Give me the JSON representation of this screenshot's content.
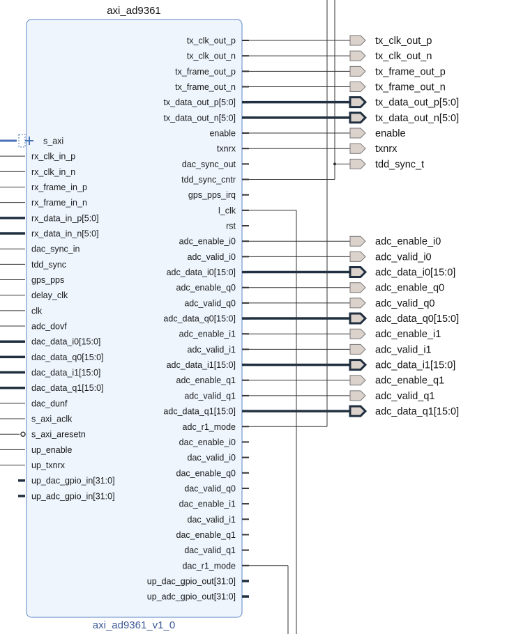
{
  "block": {
    "instance_name": "axi_ad9361",
    "ip_name": "axi_ad9361_v1_0"
  },
  "inputs": [
    {
      "name": "s_axi",
      "kind": "bus_interface"
    },
    {
      "name": "rx_clk_in_p",
      "kind": "wire"
    },
    {
      "name": "rx_clk_in_n",
      "kind": "wire"
    },
    {
      "name": "rx_frame_in_p",
      "kind": "wire"
    },
    {
      "name": "rx_frame_in_n",
      "kind": "wire"
    },
    {
      "name": "rx_data_in_p[5:0]",
      "kind": "bus"
    },
    {
      "name": "rx_data_in_n[5:0]",
      "kind": "bus"
    },
    {
      "name": "dac_sync_in",
      "kind": "wire"
    },
    {
      "name": "tdd_sync",
      "kind": "wire"
    },
    {
      "name": "gps_pps",
      "kind": "wire"
    },
    {
      "name": "delay_clk",
      "kind": "wire"
    },
    {
      "name": "clk",
      "kind": "wire"
    },
    {
      "name": "adc_dovf",
      "kind": "wire"
    },
    {
      "name": "dac_data_i0[15:0]",
      "kind": "bus"
    },
    {
      "name": "dac_data_q0[15:0]",
      "kind": "bus"
    },
    {
      "name": "dac_data_i1[15:0]",
      "kind": "bus"
    },
    {
      "name": "dac_data_q1[15:0]",
      "kind": "bus"
    },
    {
      "name": "dac_dunf",
      "kind": "wire"
    },
    {
      "name": "s_axi_aclk",
      "kind": "wire"
    },
    {
      "name": "s_axi_aresetn",
      "kind": "reset"
    },
    {
      "name": "up_enable",
      "kind": "wire"
    },
    {
      "name": "up_txnrx",
      "kind": "wire"
    },
    {
      "name": "up_dac_gpio_in[31:0]",
      "kind": "bus_unconnected"
    },
    {
      "name": "up_adc_gpio_in[31:0]",
      "kind": "bus_unconnected"
    }
  ],
  "outputs": [
    {
      "name": "tx_clk_out_p",
      "kind": "wire",
      "port": "tx_clk_out_p"
    },
    {
      "name": "tx_clk_out_n",
      "kind": "wire",
      "port": "tx_clk_out_n"
    },
    {
      "name": "tx_frame_out_p",
      "kind": "wire",
      "port": "tx_frame_out_p"
    },
    {
      "name": "tx_frame_out_n",
      "kind": "wire",
      "port": "tx_frame_out_n"
    },
    {
      "name": "tx_data_out_p[5:0]",
      "kind": "bus",
      "port": "tx_data_out_p[5:0]"
    },
    {
      "name": "tx_data_out_n[5:0]",
      "kind": "bus",
      "port": "tx_data_out_n[5:0]"
    },
    {
      "name": "enable",
      "kind": "wire",
      "port": "enable"
    },
    {
      "name": "txnrx",
      "kind": "wire",
      "port": "txnrx"
    },
    {
      "name": "dac_sync_out",
      "kind": "wire"
    },
    {
      "name": "tdd_sync_cntr",
      "kind": "wire"
    },
    {
      "name": "gps_pps_irq",
      "kind": "wire"
    },
    {
      "name": "l_clk",
      "kind": "wire"
    },
    {
      "name": "rst",
      "kind": "wire"
    },
    {
      "name": "adc_enable_i0",
      "kind": "wire",
      "port": "adc_enable_i0"
    },
    {
      "name": "adc_valid_i0",
      "kind": "wire",
      "port": "adc_valid_i0"
    },
    {
      "name": "adc_data_i0[15:0]",
      "kind": "bus",
      "port": "adc_data_i0[15:0]"
    },
    {
      "name": "adc_enable_q0",
      "kind": "wire",
      "port": "adc_enable_q0"
    },
    {
      "name": "adc_valid_q0",
      "kind": "wire",
      "port": "adc_valid_q0"
    },
    {
      "name": "adc_data_q0[15:0]",
      "kind": "bus",
      "port": "adc_data_q0[15:0]"
    },
    {
      "name": "adc_enable_i1",
      "kind": "wire",
      "port": "adc_enable_i1"
    },
    {
      "name": "adc_valid_i1",
      "kind": "wire",
      "port": "adc_valid_i1"
    },
    {
      "name": "adc_data_i1[15:0]",
      "kind": "bus",
      "port": "adc_data_i1[15:0]"
    },
    {
      "name": "adc_enable_q1",
      "kind": "wire",
      "port": "adc_enable_q1"
    },
    {
      "name": "adc_valid_q1",
      "kind": "wire",
      "port": "adc_valid_q1"
    },
    {
      "name": "adc_data_q1[15:0]",
      "kind": "bus",
      "port": "adc_data_q1[15:0]"
    },
    {
      "name": "adc_r1_mode",
      "kind": "wire"
    },
    {
      "name": "dac_enable_i0",
      "kind": "wire"
    },
    {
      "name": "dac_valid_i0",
      "kind": "wire"
    },
    {
      "name": "dac_enable_q0",
      "kind": "wire"
    },
    {
      "name": "dac_valid_q0",
      "kind": "wire"
    },
    {
      "name": "dac_enable_i1",
      "kind": "wire"
    },
    {
      "name": "dac_valid_i1",
      "kind": "wire"
    },
    {
      "name": "dac_enable_q1",
      "kind": "wire"
    },
    {
      "name": "dac_valid_q1",
      "kind": "wire"
    },
    {
      "name": "dac_r1_mode",
      "kind": "wire"
    },
    {
      "name": "up_dac_gpio_out[31:0]",
      "kind": "bus_unconnected"
    },
    {
      "name": "up_adc_gpio_out[31:0]",
      "kind": "bus_unconnected"
    }
  ],
  "extra_ports": [
    {
      "name": "tdd_sync_t"
    }
  ],
  "colors": {
    "block_fill": "#eef5fd",
    "block_stroke": "#5b85c5",
    "wire": "#333333",
    "bus": "#203040",
    "port_fill": "#dcd2cc",
    "axi_interface": "#4a72b8",
    "ip_name_text": "#3d5a96"
  }
}
